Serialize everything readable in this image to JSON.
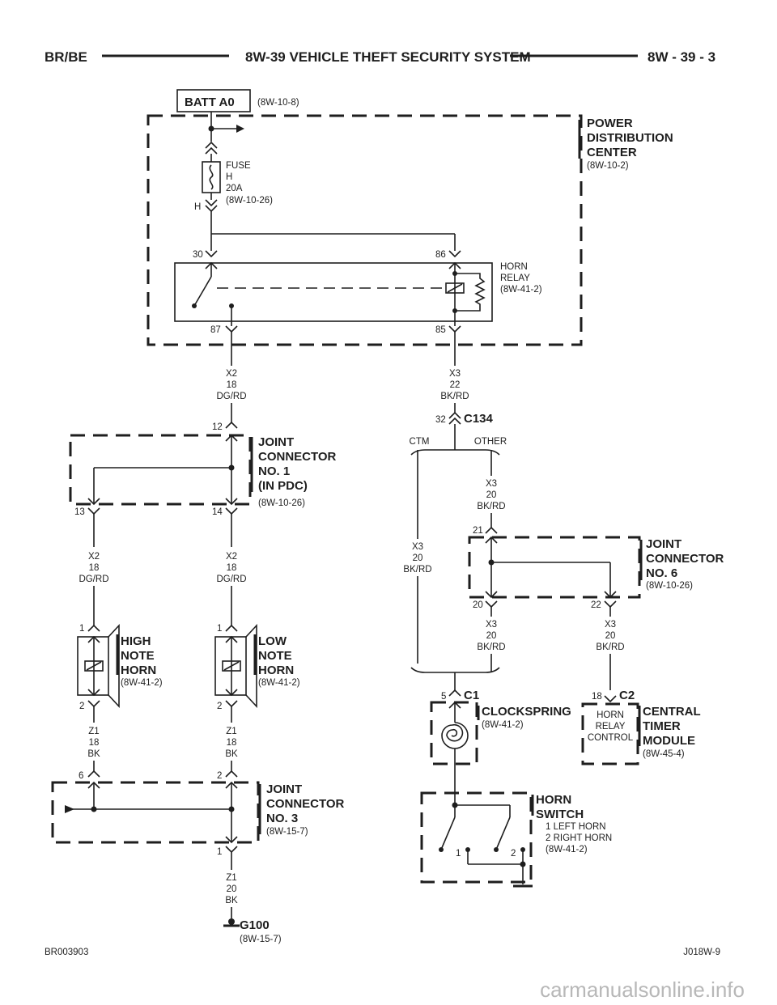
{
  "header": {
    "left": "BR/BE",
    "title": "8W-39 VEHICLE THEFT SECURITY SYSTEM",
    "right": "8W - 39 - 3"
  },
  "batt": {
    "label": "BATT A0",
    "ref": "(8W-10-8)"
  },
  "pdc": {
    "l1": "POWER",
    "l2": "DISTRIBUTION",
    "l3": "CENTER",
    "ref": "(8W-10-2)"
  },
  "fuse": {
    "l1": "FUSE",
    "l2": "H",
    "l3": "20A",
    "ref": "(8W-10-26)",
    "cav": "H"
  },
  "relay": {
    "l1": "HORN",
    "l2": "RELAY",
    "ref": "(8W-41-2)",
    "p30": "30",
    "p86": "86",
    "p87": "87",
    "p85": "85"
  },
  "wires": {
    "w87": {
      "c": "X2",
      "g": "18",
      "col": "DG/RD"
    },
    "w85": {
      "c": "X3",
      "g": "22",
      "col": "BK/RD"
    },
    "w13": {
      "c": "X2",
      "g": "18",
      "col": "DG/RD"
    },
    "w14": {
      "c": "X2",
      "g": "18",
      "col": "DG/RD"
    },
    "wother": {
      "c": "X3",
      "g": "20",
      "col": "BK/RD"
    },
    "wctm": {
      "c": "X3",
      "g": "20",
      "col": "BK/RD"
    },
    "w20": {
      "c": "X3",
      "g": "20",
      "col": "BK/RD"
    },
    "w22": {
      "c": "X3",
      "g": "20",
      "col": "BK/RD"
    },
    "whigh": {
      "c": "Z1",
      "g": "18",
      "col": "BK"
    },
    "wlow": {
      "c": "Z1",
      "g": "18",
      "col": "BK"
    },
    "wgnd": {
      "c": "Z1",
      "g": "20",
      "col": "BK"
    }
  },
  "jc1": {
    "l1": "JOINT",
    "l2": "CONNECTOR",
    "l3": "NO. 1",
    "l4": "(IN PDC)",
    "ref": "(8W-10-26)",
    "p12": "12",
    "p13": "13",
    "p14": "14"
  },
  "c134": {
    "label": "C134",
    "pin": "32",
    "ctm": "CTM",
    "other": "OTHER"
  },
  "jc6": {
    "l1": "JOINT",
    "l2": "CONNECTOR",
    "l3": "NO. 6",
    "ref": "(8W-10-26)",
    "p21": "21",
    "p20": "20",
    "p22": "22"
  },
  "high": {
    "l1": "HIGH",
    "l2": "NOTE",
    "l3": "HORN",
    "ref": "(8W-41-2)",
    "p1": "1",
    "p2": "2"
  },
  "low": {
    "l1": "LOW",
    "l2": "NOTE",
    "l3": "HORN",
    "ref": "(8W-41-2)",
    "p1": "1",
    "p2": "2"
  },
  "clock": {
    "conn": "C1",
    "pin": "5",
    "l1": "CLOCKSPRING",
    "ref": "(8W-41-2)"
  },
  "ctm": {
    "conn": "C2",
    "pin": "18",
    "i1": "HORN",
    "i2": "RELAY",
    "i3": "CONTROL",
    "l1": "CENTRAL",
    "l2": "TIMER",
    "l3": "MODULE",
    "ref": "(8W-45-4)"
  },
  "jc3": {
    "l1": "JOINT",
    "l2": "CONNECTOR",
    "l3": "NO. 3",
    "ref": "(8W-15-7)",
    "p6": "6",
    "p2": "2",
    "p1": "1"
  },
  "hsw": {
    "l1": "HORN",
    "l2": "SWITCH",
    "d1": "1 LEFT HORN",
    "d2": "2 RIGHT HORN",
    "ref": "(8W-41-2)",
    "p1": "1",
    "p2": "2"
  },
  "gnd": {
    "label": "G100",
    "ref": "(8W-15-7)"
  },
  "footer": {
    "left": "BR003903",
    "right": "J018W-9"
  },
  "watermark": "carmanualsonline.info"
}
